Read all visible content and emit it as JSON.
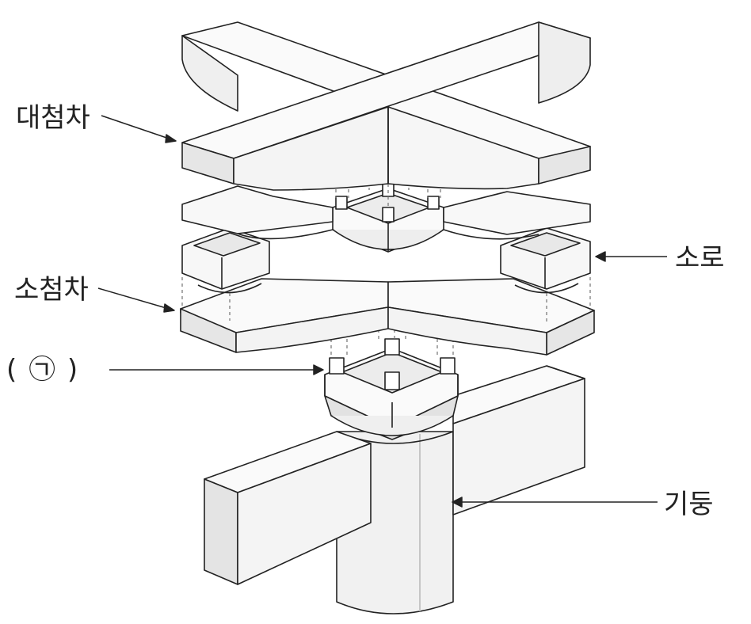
{
  "labels": {
    "dae_cheomcha": "대첨차",
    "so_cheomcha": "소첨차",
    "unknown_part": "( ㉠ )",
    "soro": "소로",
    "gidung": "기둥"
  },
  "colors": {
    "stroke": "#222222",
    "shade_light": "#f4f4f4",
    "shade_mid": "#e6e6e6",
    "shade_dark": "#d4d4d4",
    "background": "#ffffff"
  }
}
